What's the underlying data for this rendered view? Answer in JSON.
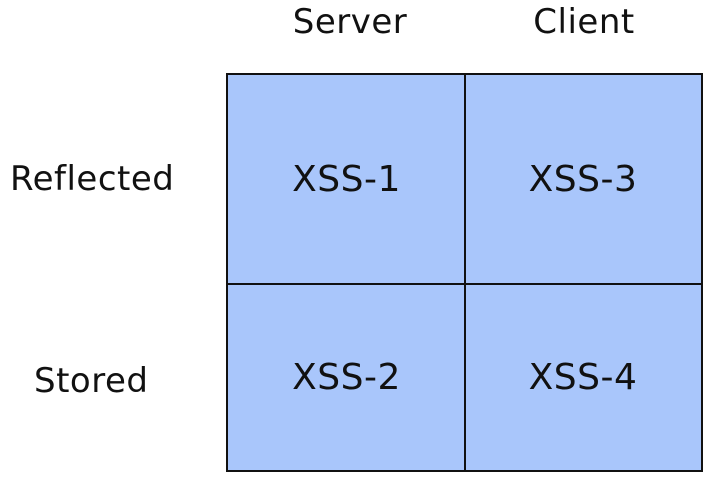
{
  "columns": [
    "Server",
    "Client"
  ],
  "rows": [
    "Reflected",
    "Stored"
  ],
  "cells": [
    [
      "XSS-1",
      "XSS-3"
    ],
    [
      "XSS-2",
      "XSS-4"
    ]
  ],
  "colors": {
    "cell_fill": "#a9c6fb",
    "border": "#111111",
    "text": "#111111"
  }
}
